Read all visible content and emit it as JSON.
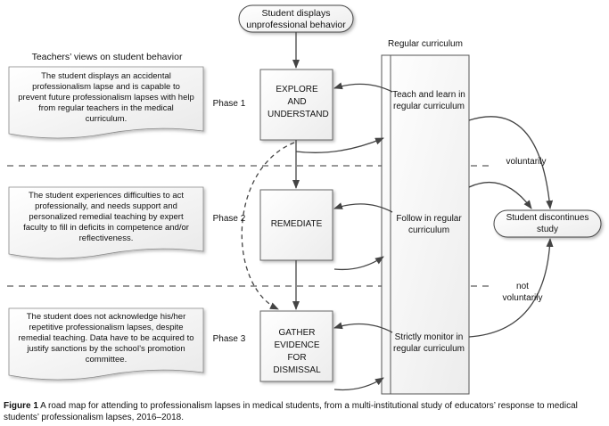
{
  "start_node": "Student displays unprofessional behavior",
  "left_column_title": "Teachers’ views on student behavior",
  "right_column_title": "Regular curriculum",
  "phases": [
    {
      "label": "Phase 1",
      "teacher_view": "The student displays an accidental professionalism lapse and is capable to prevent future professionalism lapses with help from regular teachers in the medical curriculum.",
      "action": "EXPLORE AND UNDERSTAND",
      "curriculum": "Teach and learn in regular curriculum"
    },
    {
      "label": "Phase 2",
      "teacher_view": "The student experiences difficulties to act professionally, and needs support and personalized remedial teaching by expert faculty to fill in deficits in competence and/or reflectiveness.",
      "action": "REMEDIATE",
      "curriculum": "Follow in regular curriculum"
    },
    {
      "label": "Phase 3",
      "teacher_view": "The student does not acknowledge his/her repetitive professionalism lapses, despite remedial teaching. Data have to be acquired to justify sanctions by the school’s promotion committee.",
      "action": "GATHER EVIDENCE FOR DISMISSAL",
      "curriculum": "Strictly monitor in regular curriculum"
    }
  ],
  "end_node": "Student discontinues study",
  "edge_labels": {
    "voluntarily": "voluntarily",
    "not_voluntarily": "not voluntarily"
  },
  "caption": {
    "label": "Figure 1",
    "text": "A road map for attending to professionalism lapses in medical students, from a multi-institutional study of educators’ response to medical students’ professionalism lapses, 2016–2018."
  }
}
